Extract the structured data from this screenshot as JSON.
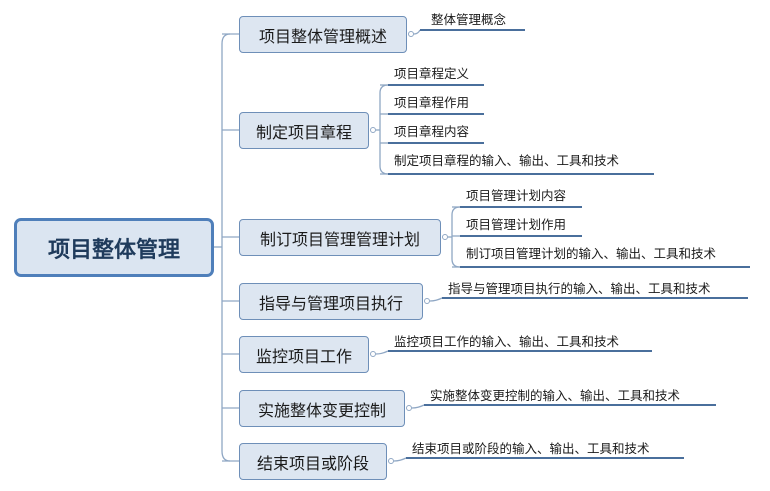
{
  "root": {
    "label": "项目整体管理"
  },
  "branches": [
    {
      "label": "项目整体管理概述",
      "leaves": [
        "整体管理概念"
      ]
    },
    {
      "label": "制定项目章程",
      "leaves": [
        "项目章程定义",
        "项目章程作用",
        "项目章程内容",
        "制定项目章程的输入、输出、工具和技术"
      ]
    },
    {
      "label": "制订项目管理管理计划",
      "leaves": [
        "项目管理计划内容",
        "项目管理计划作用",
        "制订项目管理计划的输入、输出、工具和技术"
      ]
    },
    {
      "label": "指导与管理项目执行",
      "leaves": [
        "指导与管理项目执行的输入、输出、工具和技术"
      ]
    },
    {
      "label": "监控项目工作",
      "leaves": [
        "监控项目工作的输入、输出、工具和技术"
      ]
    },
    {
      "label": "实施整体变更控制",
      "leaves": [
        "实施整体变更控制的输入、输出、工具和技术"
      ]
    },
    {
      "label": "结束项目或阶段",
      "leaves": [
        "结束项目或阶段的输入、输出、工具和技术"
      ]
    }
  ]
}
